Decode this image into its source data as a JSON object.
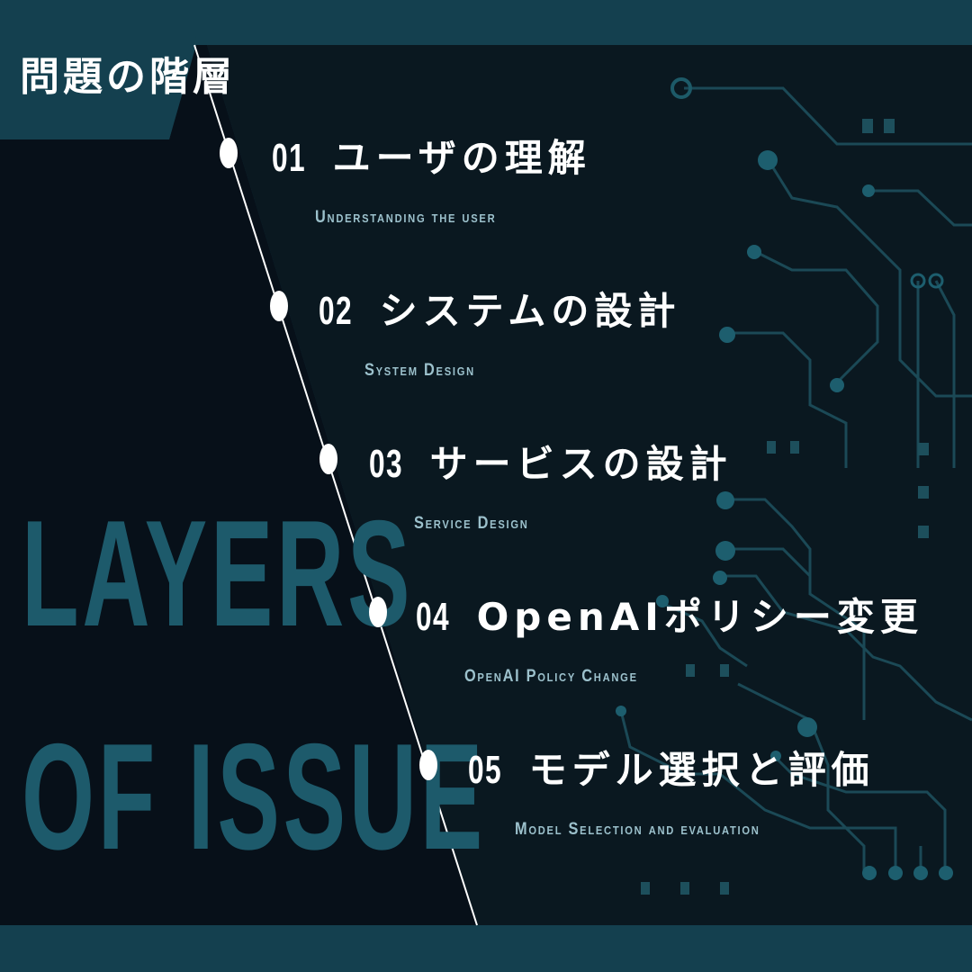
{
  "header": {
    "title": "問題の階層"
  },
  "background_text": {
    "line1": "LAYERS",
    "line2": "OF ISSUE"
  },
  "items": [
    {
      "number": "01",
      "title": "ユーザの理解",
      "subtitle": "Understanding the user"
    },
    {
      "number": "02",
      "title": "システムの設計",
      "subtitle": "System Design"
    },
    {
      "number": "03",
      "title": "サービスの設計",
      "subtitle": "Service Design"
    },
    {
      "number": "04",
      "title": "OpenAIポリシー変更",
      "subtitle": "OpenAI Policy Change"
    },
    {
      "number": "05",
      "title": "モデル選択と評価",
      "subtitle": "Model Selection and evaluation"
    }
  ],
  "colors": {
    "frame": "#14404f",
    "background": "#061019",
    "accent_text": "#1d5a6b",
    "subtitle": "#9cc1cc",
    "circuit": "#1d5e6e"
  },
  "icons": [
    "circuit-board-decoration"
  ]
}
